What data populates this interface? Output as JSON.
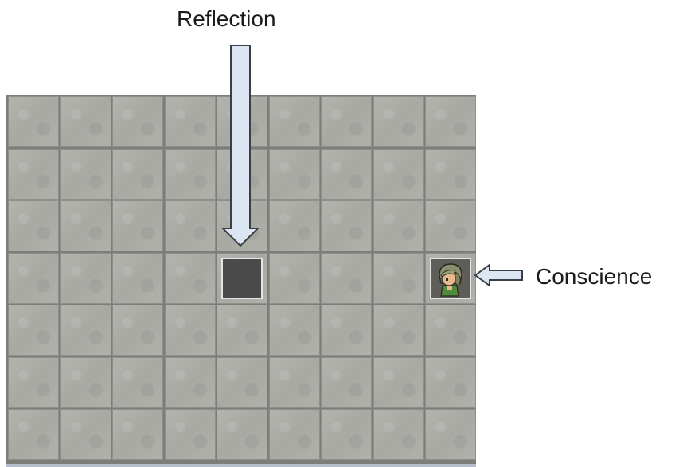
{
  "labels": {
    "reflection": "Reflection",
    "conscience": "Conscience"
  },
  "board": {
    "columns": 9,
    "rows": 7,
    "tile_color": "#aeafa9",
    "grid_color": "#7d7d7a"
  },
  "pieces": {
    "reflection_tile": {
      "row": 3,
      "col": 4,
      "color": "#4a4a4a"
    },
    "conscience_character": {
      "row": 3,
      "col": 8,
      "icon": "character-sprite-icon"
    }
  },
  "arrows": {
    "reflection_arrow": {
      "direction": "down",
      "fill": "#dce6f2",
      "stroke": "#3a3f44"
    },
    "conscience_arrow": {
      "direction": "left",
      "fill": "#dce6f2",
      "stroke": "#3a3f44"
    }
  }
}
